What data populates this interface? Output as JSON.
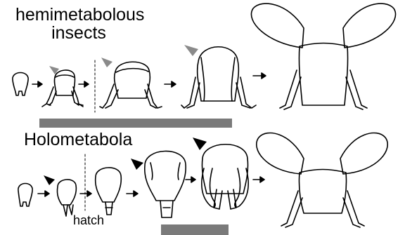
{
  "labels": {
    "top_title_line1": "hemimetabolous",
    "top_title_line2": "insects",
    "bottom_title": "Holometabola",
    "hatch": "hatch"
  },
  "colors": {
    "bar": "#7a7a7a",
    "arrowhead_top": "#8a8a8a",
    "arrowhead_bottom": "#000000",
    "outline": "#000000"
  },
  "icons": {
    "stage_arrow": "right-arrow",
    "wing_pointer": "triangle-pointer"
  }
}
